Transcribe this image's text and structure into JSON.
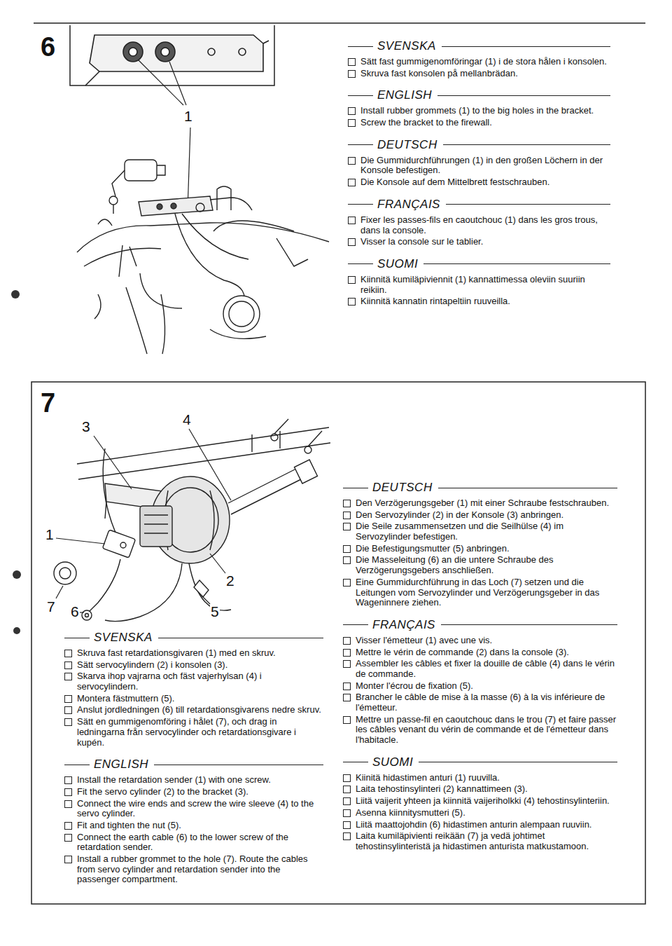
{
  "diagram": {
    "labels": [
      "6",
      "SVENSKA",
      "Sätt fast gummigenomföringar (1) i de stora hålen i konsolen.",
      "Skruva fast konsolen på mellanbrädan.",
      "ENGLISH",
      "Install rubber grommets (1) to the big holes in the bracket.",
      "Screw the bracket to the firewall.",
      "DEUTSCH",
      "Die Gummidurchführungen (1) in den großen Löchern in der Konsole befestigen.",
      "Die Konsole auf dem Mittelbrett festschrauben.",
      "FRANÇAIS",
      "Fixer les passes-fils en caoutchouc (1) dans les gros trous, dans la console.",
      "Visser la console sur le tablier.",
      "SUOMI",
      "Kiinnitä kumiläpiviennit (1) kannattimessa oleviin suuriin reikiin.",
      "Kiinnitä kannatin rintapeltiin ruuveilla.",
      "1",
      "7",
      "3",
      "4",
      "1",
      "2",
      "7",
      "6",
      "5",
      "DEUTSCH",
      "Den Verzögerungsgeber (1) mit einer Schraube festschrauben.",
      "Den Servozylinder (2) in der Konsole (3) anbringen.",
      "Die Seile zusammensetzen und die Seilhülse (4) im Servozylinder befestigen.",
      "Die Befestigungsmutter (5) anbringen.",
      "Die Masseleitung (6) an die untere Schraube des Verzögerungsgebers anschließen.",
      "Eine Gummidurchführung in das Loch (7) setzen und die Leitungen vom Servozylinder und Verzögerungsgeber in das Wageninnere ziehen.",
      "SVENSKA",
      "Skruva fast retardationsgivaren (1) med en skruv.",
      "Sätt servocylindern (2) i konsolen (3).",
      "Skarva ihop vajrarna och fäst vajerhylsan (4) i servocylindern.",
      "Montera fästmuttern (5).",
      "Anslut jordledningen (6) till retardationsgivarens nedre skruv.",
      "Sätt en gummigenomföring i hålet (7), och drag in ledningarna från servocylinder och retardationsgivare i kupén.",
      "ENGLISH",
      "Install the retardation sender (1) with one screw.",
      "Fit the servo cylinder (2) to the bracket (3).",
      "Connect the wire ends and screw the wire sleeve (4) to the servo cylinder.",
      "Fit and tighten the nut (5).",
      "Connect the earth cable (6) to the lower screw of the retardation sender.",
      "Install a rubber grommet to the hole (7). Route the cables from servo cylinder and retardation sender into the passenger compartment.",
      "FRANÇAIS",
      "Visser l'émetteur (1) avec une vis.",
      "Mettre le vérin de commande (2) dans la console (3).",
      "Assembler les câbles et fixer la douille de câble (4) dans le vérin de commande.",
      "Monter l'écrou de fixation (5).",
      "Brancher le câble de mise à la masse (6) à la vis inférieure de l'émetteur.",
      "Mettre un passe-fil en caoutchouc dans le trou (7) et faire passer les câbles venant du vérin de commande et de l'émetteur dans l'habitacle.",
      "SUOMI",
      "Kiinitä hidastimen anturi (1) ruuvilla.",
      "Laita tehostinsylinteri (2) kannattimeen (3).",
      "Liitä vaijerit yhteen ja kiinnitä vaijeriholkki (4) tehostinsylinteriin.",
      "Asenna kiinnitysmutteri (5).",
      "Liitä maattojohdin (6) hidastimen anturin alempaan ruuviin.",
      "Laita kumiläpivienti reikään (7) ja vedä johtimet tehostinsylinteristä ja hidastimen anturista matkustamoon."
    ]
  }
}
